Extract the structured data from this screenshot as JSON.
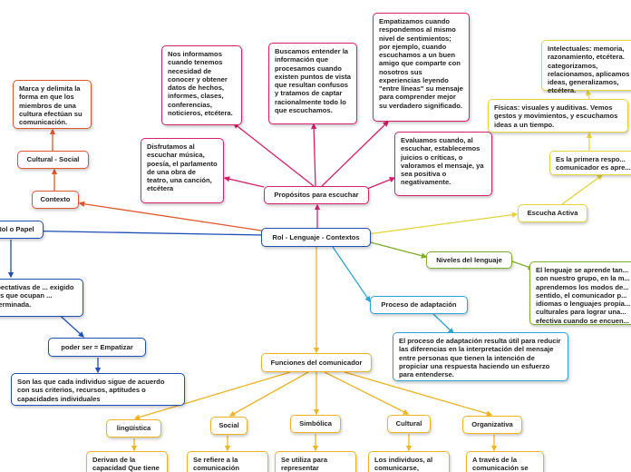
{
  "colors": {
    "red": "#e0562a",
    "pink": "#d61f6d",
    "blue": "#1d4fb5",
    "yellow": "#e6d43a",
    "green": "#7cae28",
    "cyan": "#2ea3d8",
    "orange": "#f0b323"
  },
  "nodes": {
    "central": "Rol - Lenguaje - Contextos",
    "propositos": "Propósitos para escuchar",
    "informamos": "Nos informamos cuando tenemos necesidad de conocer y obtener datos de hechos, informes, clases, conferencias, noticieros, etcétera.",
    "buscamos": "Buscamos entender la información que procesamos cuando existen puntos de vista que resultan confusos y tratamos de captar racionalmente todo lo que escuchamos.",
    "empatizamos": "Empatizamos cuando respondemos al mismo nivel de sentimientos; por ejemplo, cuando escuchamos a un buen amigo que comparte con nosotros sus experiencias leyendo \"entre líneas\" su mensaje para comprender mejor su verdadero significado.",
    "disfrutamos": "Disfrutamos al escuchar música, poesía, el parlamento de una obra de teatro, una canción, etcétera",
    "evaluamos": "Evaluamos cuando, al escuchar, establecemos juicios o críticas, o valoramos el mensaje, ya sea positiva o negativamente.",
    "contexto": "Contexto",
    "cultural_social": "Cultural - Social",
    "marca": "Marca y delimita la forma en que los miembros de una cultura efectúan su comunicación.",
    "rol": "Rol o Papel",
    "expectativas": "Expectativas de ... exigido a los que ocupan ... determinada.",
    "poder_ser": "poder ser = Empatizar",
    "son_las": "Son las que cada individuo sigue de acuerdo con sus criterios, recursos, aptitudes o capacidades individuales",
    "escucha_activa": "Escucha Activa",
    "es_la_primera": "Es la primera respo... comunicador es apre...",
    "fisicas": "Físicas: visuales y auditivas. Vemos gestos y movimientos, y escuchamos ideas a un tiempo.",
    "intelectuales": "Intelectuales: memoria, razonamiento, etcétera. categorizamos, relacionamos, aplicamos ideas, generalizamos, etcétera.",
    "niveles": "Niveles del lenguaje",
    "lenguaje_aprende": "El lenguaje se aprende tan... con nuestro grupo, en la m... aprendemos los modos de... sentido, el comunicador p... idiomas o lenguajes propia... culturales para lograr una... efectiva cuando se encuen...",
    "proceso": "Proceso de adaptación",
    "proceso_desc": "El proceso de adaptación resulta útil para reducir las diferencias en la interpretación del mensaje entre personas que tienen la intención de propiciar una respuesta haciendo un esfuerzo para entenderse.",
    "funciones": "Funciones del comunicador",
    "linguistica": "lingüística",
    "social": "Social",
    "simbolica": "Simbólica",
    "cultural": "Cultural",
    "organizativa": "Organizativa",
    "derivan": "Derivan de la capacidad Que tiene",
    "se_refiere": "Se refiere a la comunicación",
    "se_utiliza": "Se utiliza para representar",
    "los_individuos": "Los individuos, al comunicarse,",
    "a_traves": "A través de la comunicación se"
  }
}
